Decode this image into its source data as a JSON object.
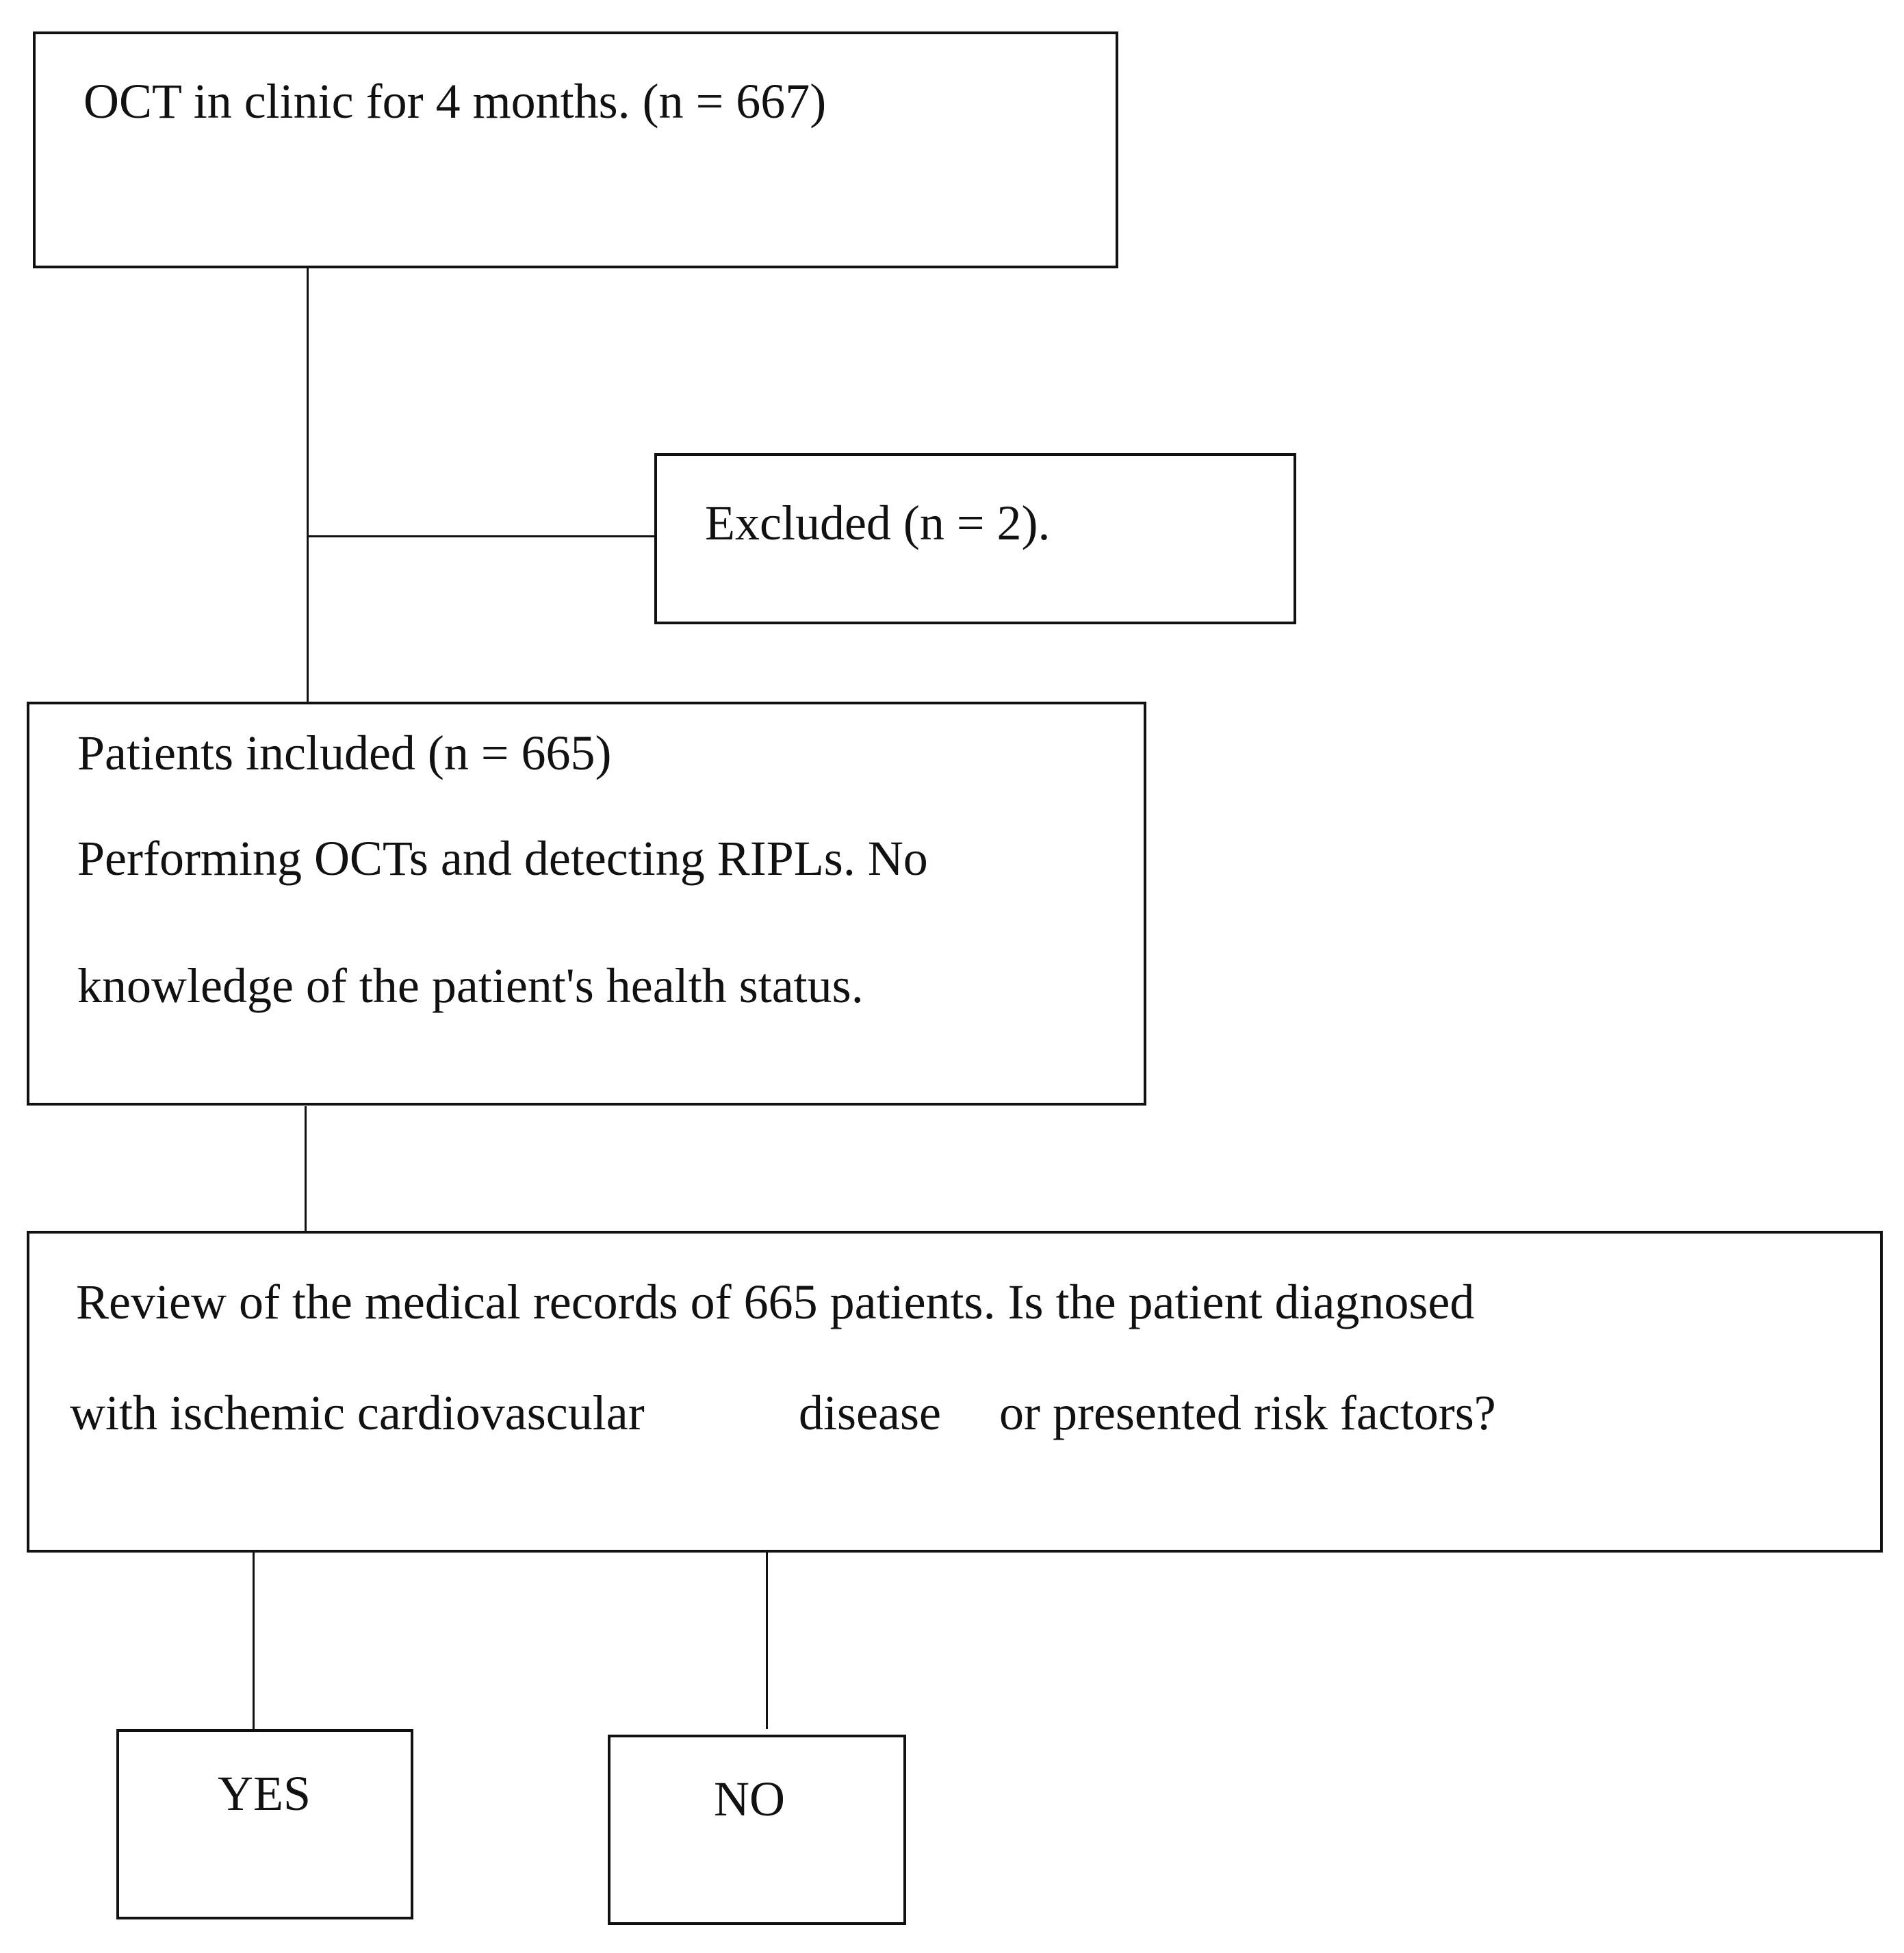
{
  "nodes": {
    "start": {
      "text": "OCT in clinic for 4 months.  (n = 667)"
    },
    "excluded": {
      "text": "Excluded (n = 2)."
    },
    "included": {
      "line1": "Patients included (n = 665)",
      "line2": "Performing OCTs and detecting RIPLs. No",
      "line3": "knowledge of the patient's health status."
    },
    "review": {
      "line1": "Review of the medical records of 665 patients. Is the patient diagnosed",
      "line2a": "with ischemic cardiovascular",
      "line2b": "disease",
      "line2c": "or presented risk factors?"
    },
    "yes": {
      "text": "YES"
    },
    "no": {
      "text": "NO"
    }
  }
}
